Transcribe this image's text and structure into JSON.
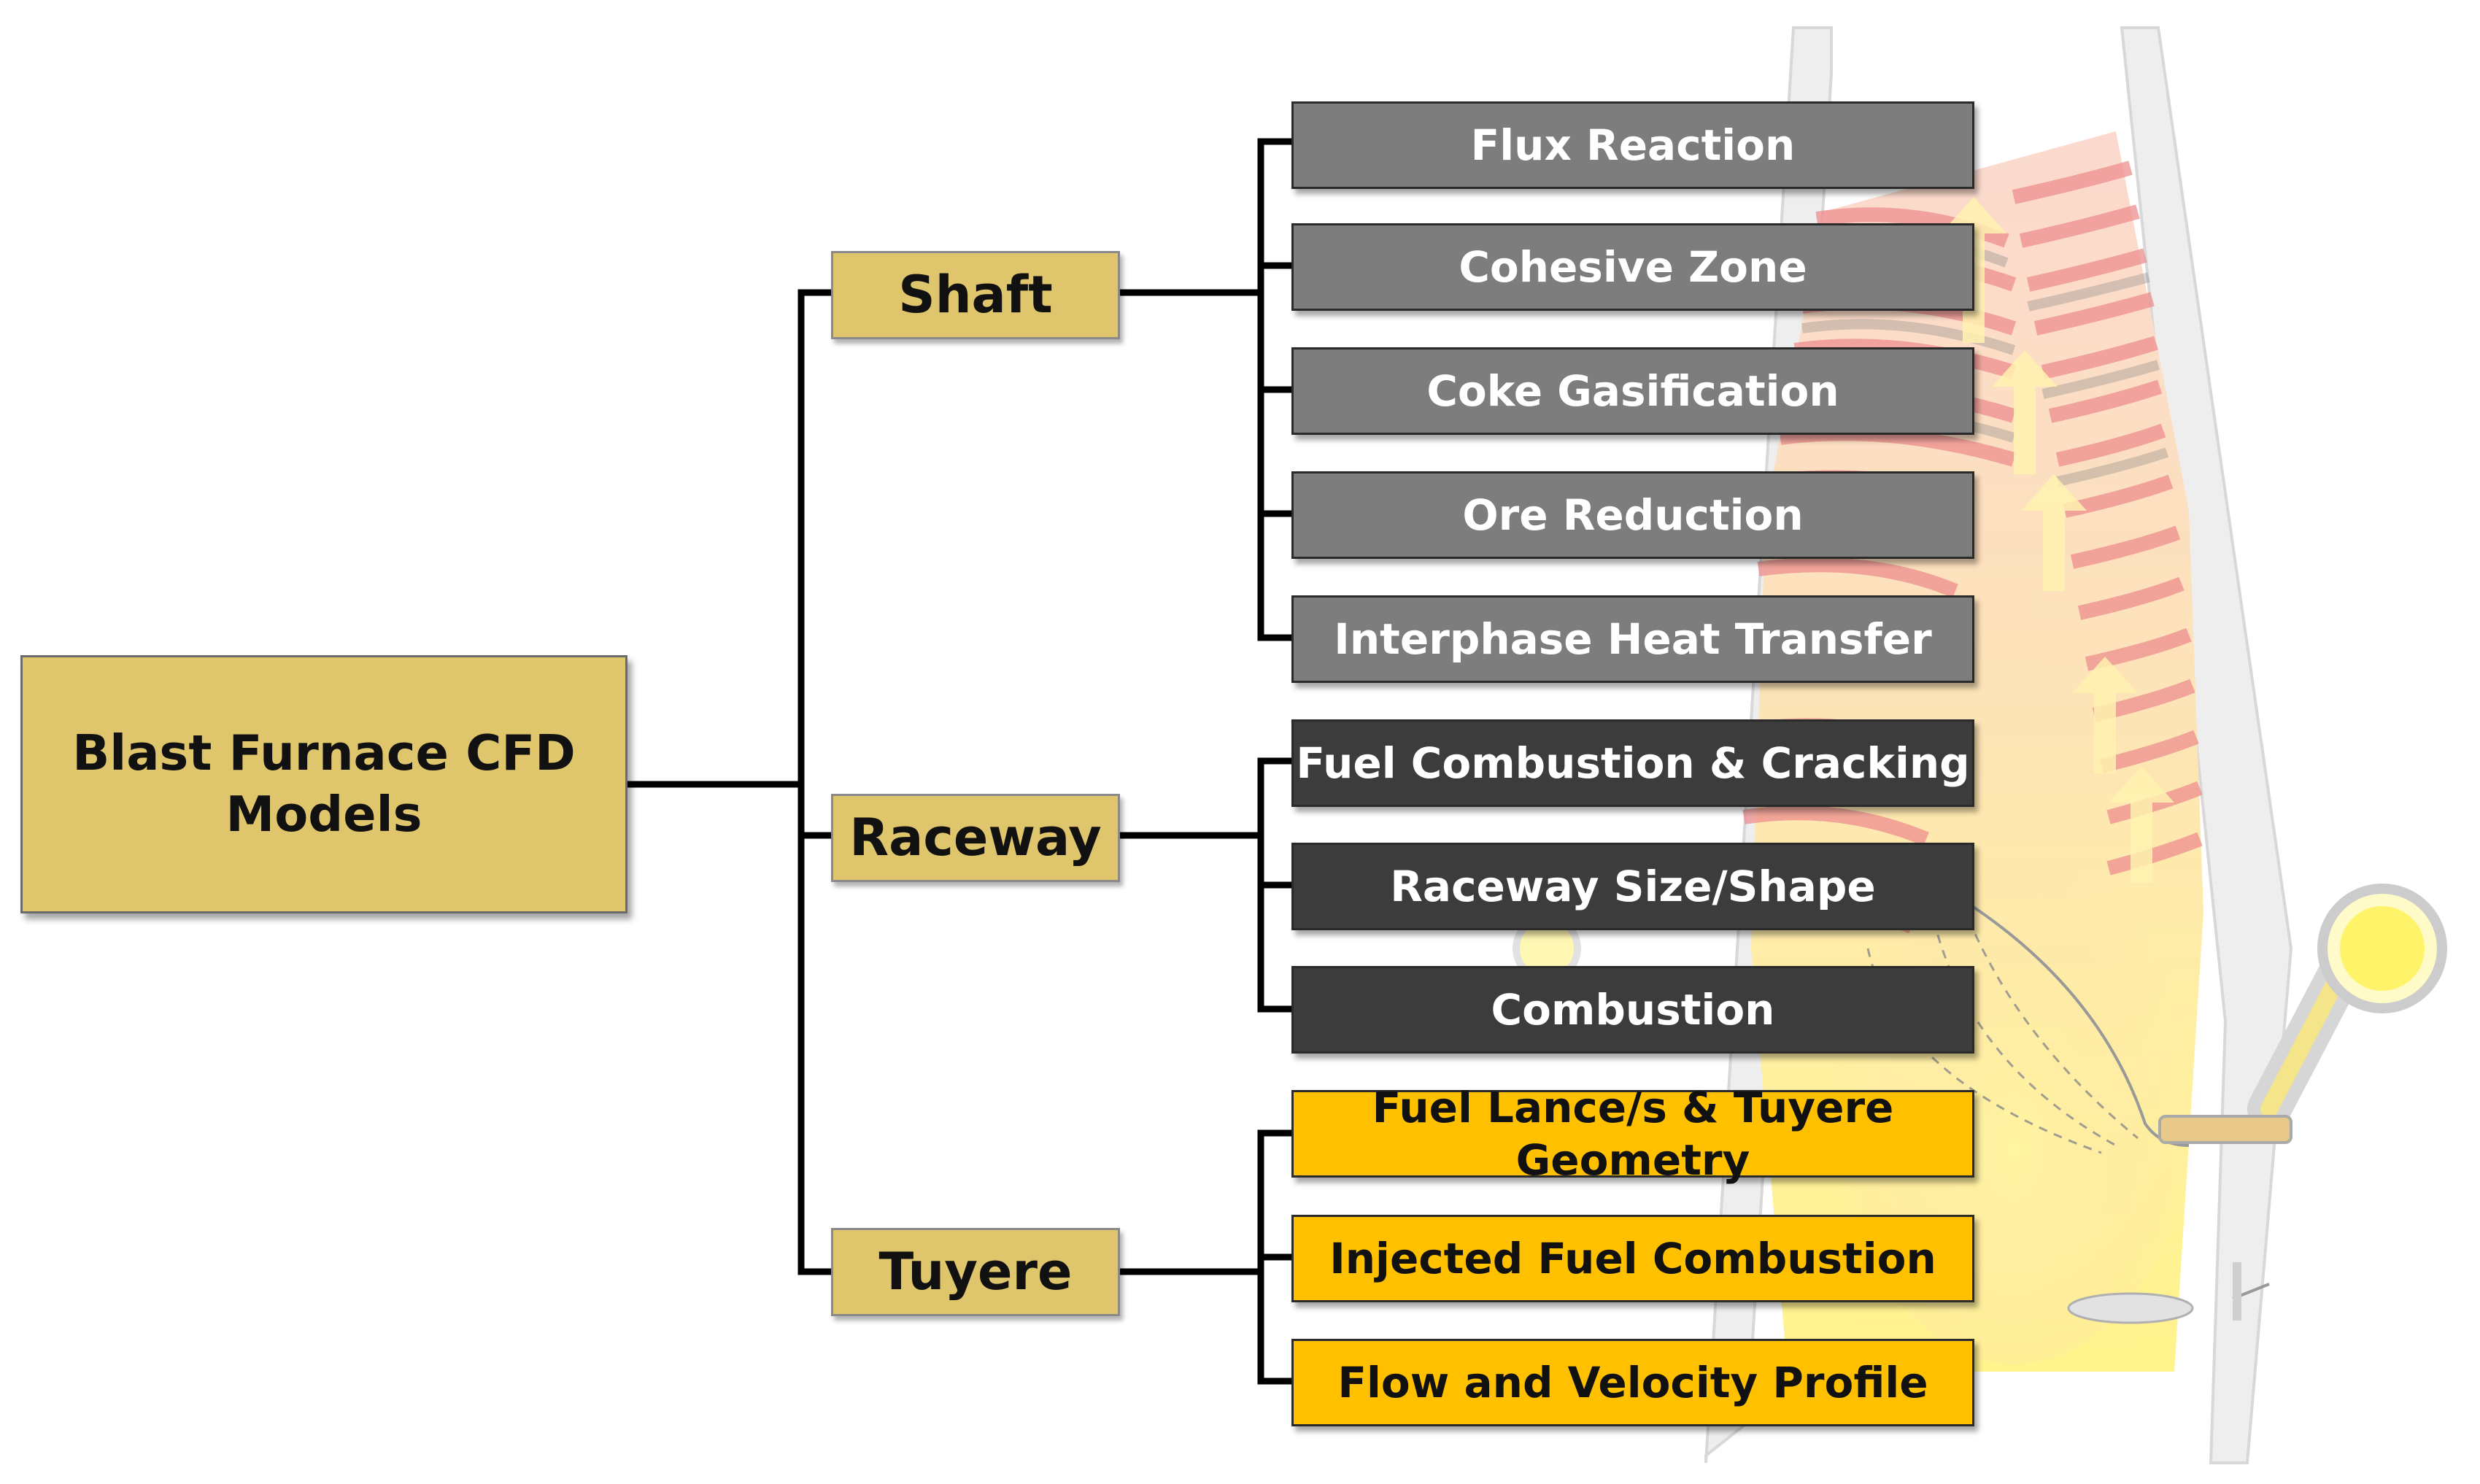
{
  "root": {
    "label": "Blast Furnace CFD Models"
  },
  "categories": [
    {
      "label": "Shaft",
      "items": [
        "Flux Reaction",
        "Cohesive Zone",
        "Coke Gasification",
        "Ore Reduction",
        "Interphase Heat Transfer"
      ]
    },
    {
      "label": "Raceway",
      "items": [
        "Fuel Combustion & Cracking",
        "Raceway Size/Shape",
        "Combustion"
      ]
    },
    {
      "label": "Tuyere",
      "items": [
        "Fuel Lance/s & Tuyere Geometry",
        "Injected Fuel Combustion",
        "Flow and Velocity Profile"
      ]
    }
  ],
  "colors": {
    "root_fill": "#dfc56b",
    "category_fill": "#dfc56b",
    "shaft_item_fill": "#7d7d7d",
    "raceway_item_fill": "#3c3c3c",
    "tuyere_item_fill": "#ffc000",
    "connector": "#000000"
  }
}
